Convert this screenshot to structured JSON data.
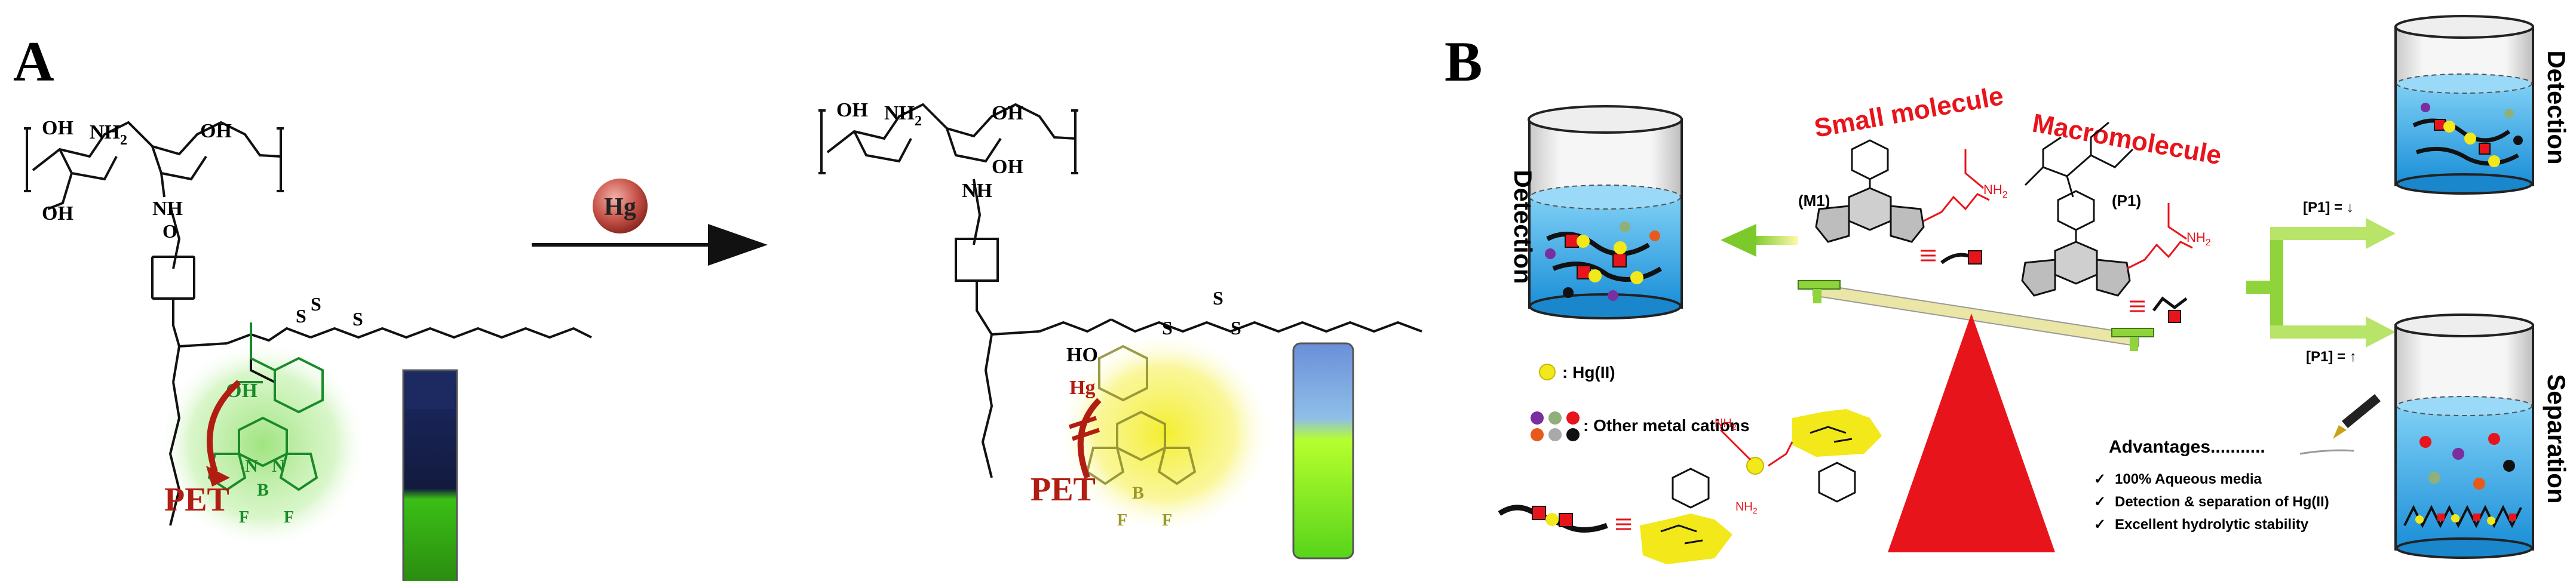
{
  "panelA": {
    "label": "A",
    "reagent": "Hg",
    "oh": "OH",
    "nh2": "NH",
    "nh2_sub": "2",
    "nh": "NH",
    "o": "O",
    "s": "S",
    "n": "N",
    "b": "B",
    "f": "F",
    "ho": "HO",
    "pet": "PET",
    "hg_bound": "Hg"
  },
  "panelB": {
    "label": "B",
    "small_molecule": "Small molecule",
    "macromolecule": "Macromolecule",
    "detection": "Detection",
    "separation": "Separation",
    "m1": "(M1)",
    "p1": "(P1)",
    "hg_legend": ": Hg(II)",
    "other_cations": ": Other metal cations",
    "p1_down": "[P1] = ↓",
    "p1_up": "[P1] = ↑",
    "nh2": "NH",
    "nh2_sub": "2",
    "advantages_title": "Advantages...........",
    "advantages": [
      "100% Aqueous media",
      "Detection & separation of Hg(II)",
      "Excellent hydrolytic stability"
    ]
  },
  "colors": {
    "red_label": "#e8141b",
    "green_arrow": "#8fd43a",
    "water_blue": "#2aa3e6",
    "hg_yellow": "#f2e81a",
    "glow_green": "#9be27a",
    "glow_yellow": "#f7f25a",
    "vial_green": "#6bdc1c",
    "vial_bright": "#b9ff3a",
    "pet_red": "#b21d12",
    "seesaw_beam": "#e9e6a6"
  },
  "icons": [
    "mercury-ball-icon",
    "reaction-arrow-icon",
    "vial-icon",
    "beaker-icon",
    "seesaw-triangle-icon",
    "pen-icon",
    "checkmark-icon"
  ]
}
